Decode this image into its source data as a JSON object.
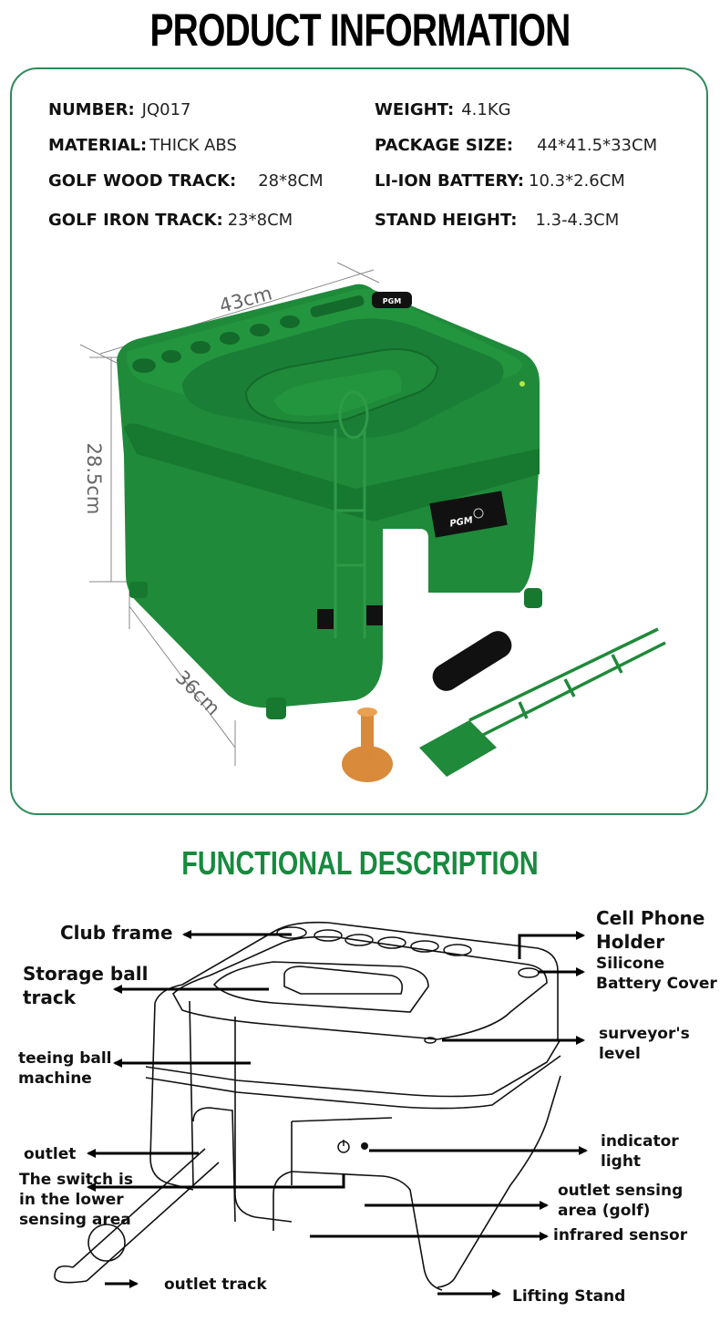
{
  "product_info": {
    "title": "PRODUCT INFORMATION",
    "specs_left": [
      {
        "label": "NUMBER:",
        "value": "JQ017"
      },
      {
        "label": "MATERIAL:",
        "value": "THICK ABS"
      },
      {
        "label": "GOLF WOOD TRACK:",
        "value": "28*8CM"
      },
      {
        "label": "GOLF IRON TRACK:",
        "value": "23*8CM"
      }
    ],
    "specs_right": [
      {
        "label": "WEIGHT:",
        "value": "4.1KG"
      },
      {
        "label": "PACKAGE SIZE:",
        "value": "44*41.5*33CM"
      },
      {
        "label": "LI-ION BATTERY:",
        "value": "10.3*2.6CM"
      },
      {
        "label": "STAND HEIGHT:",
        "value": "1.3-4.3CM"
      }
    ],
    "dimensions": {
      "width": "43cm",
      "height": "28.5cm",
      "depth": "36cm"
    },
    "brand": "PGM",
    "colors": {
      "card_border": "#2f8a5a",
      "product_green": "#1f8a3a",
      "tee_orange": "#d98a3a"
    }
  },
  "functional": {
    "title": "FUNCTIONAL DESCRIPTION",
    "title_color": "#178a3e",
    "labels": {
      "club_frame": "Club frame",
      "storage_ball_track": [
        "Storage ball",
        "track"
      ],
      "teeing_ball_machine": [
        "teeing ball",
        "machine"
      ],
      "outlet": "outlet",
      "switch": [
        "The switch is",
        "in the lower",
        "sensing area"
      ],
      "outlet_track": "outlet track",
      "cell_phone_holder": [
        "Cell Phone",
        "Holder"
      ],
      "silicone_battery_cover": [
        "Silicone",
        "Battery Cover"
      ],
      "surveyors_level": [
        "surveyor's",
        "level"
      ],
      "indicator_light": [
        "indicator",
        "light"
      ],
      "outlet_sensing_area": [
        "outlet sensing",
        "area (golf)"
      ],
      "infrared_sensor": "infrared sensor",
      "lifting_stand": "Lifting Stand"
    }
  }
}
